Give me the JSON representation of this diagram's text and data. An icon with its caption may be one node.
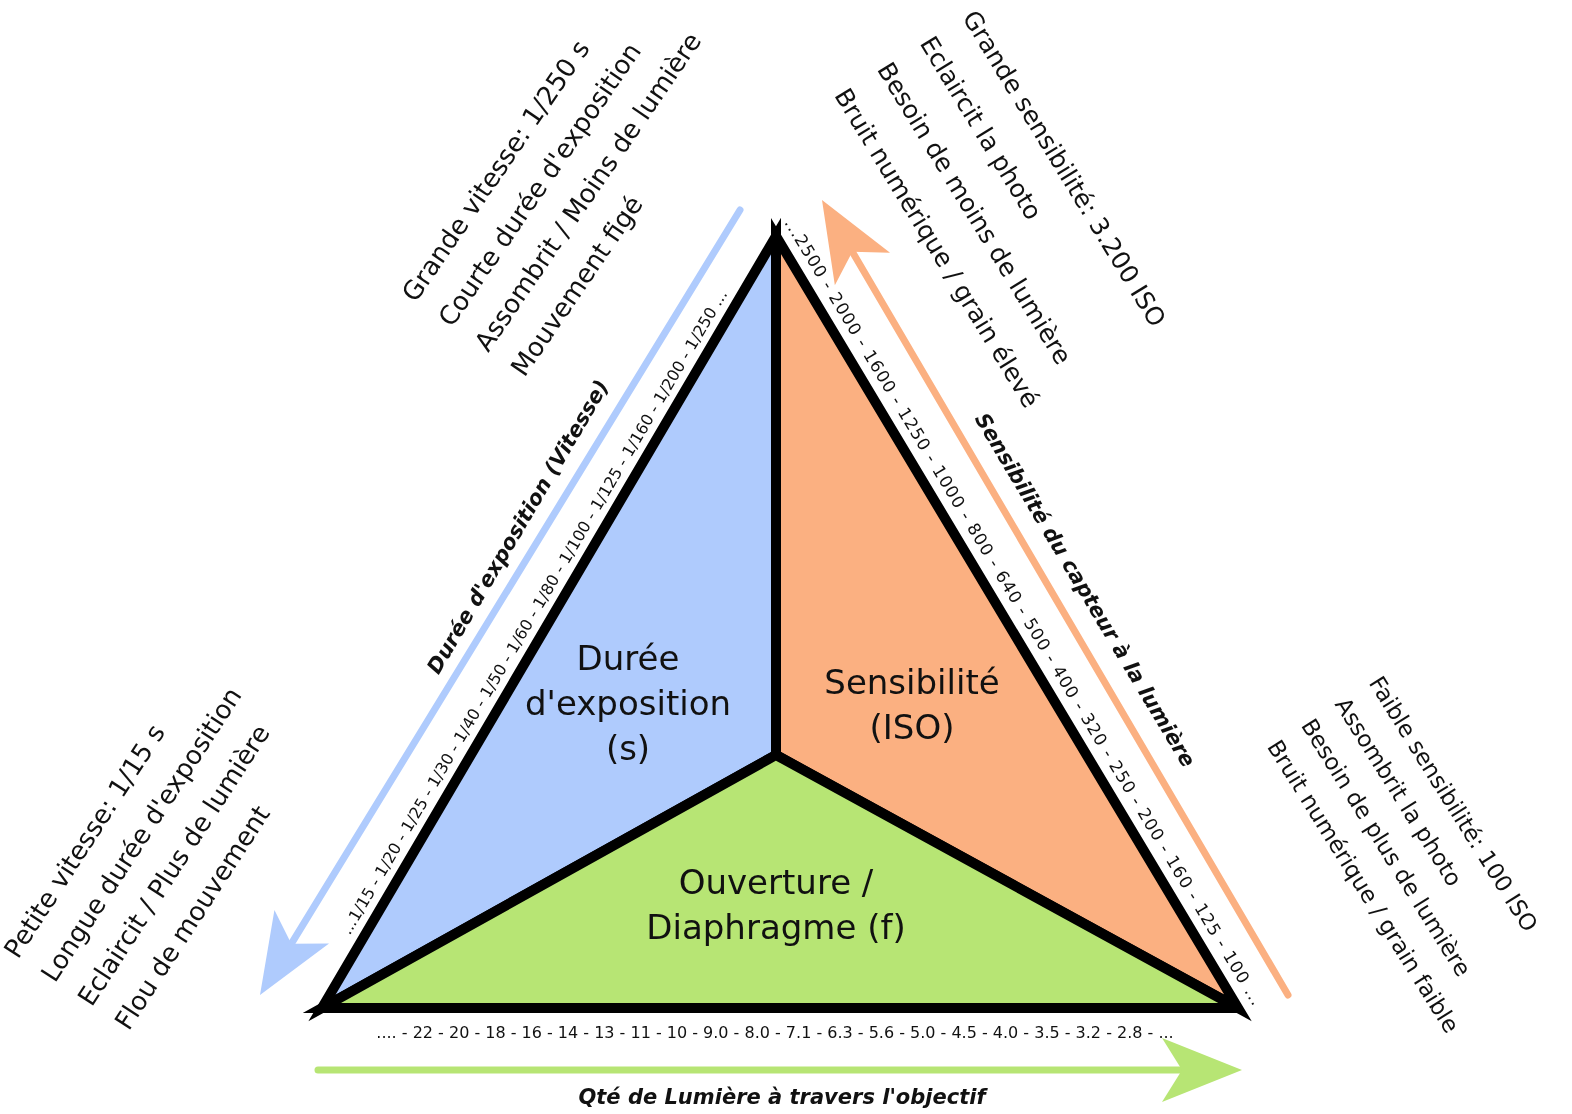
{
  "diagram": {
    "nodes": [
      {
        "text": [
          "Durée d'exposition (s)"
        ]
      },
      {
        "text": [
          "Sensibilité (ISO)"
        ]
      },
      {
        "text": [
          "Ouverture / Diaphragme (f)"
        ]
      }
    ],
    "labels": [
      "Grande vitesse: 1/250 s",
      "Courte durée d'exposition",
      "Assombrit / Moins de lumière",
      "Mouvement figé",
      "Grande sensibilité: 3.200 ISO",
      "Eclaircit la photo",
      "Besoin de moins de lumière",
      "Bruit numérique / grain élevé",
      "...1/15 - 1/20 - 1/25 - 1/30 - 1/40 - 1/50 - 1/60 - 1/80 - 1/100 - 1/125 - 1/160 - 1/200 - 1/250 ...",
      "...2500 - 2000 - 1600 - 1250 - 1000 - 800 - 640 - 500 - 400 - 320 - 250 - 200 - 160 - 125 - 100 ...",
      "Durée d'exposition (Vitesse)",
      "Sensibilité du capteur à la lumière",
      "Petite vitesse: 1/15 s",
      "Longue durée d'exposition",
      "Eclaircit / Plus de lumière",
      "Flou de mouvement",
      "Faible sensibilité: 100 ISO",
      "Assombrit la photo",
      "Besoin de plus de lumière",
      "Bruit numérique / grain faible",
      ".... - 22 - 20 - 18 - 16 - 14 - 13 - 11 - 10 - 9.0 - 8.0 - 7.1 - 6.3 - 5.6 - 5.0 - 4.5 - 4.0 - 3.5 - 3.2 - 2.8 - ...",
      "Qté de Lumière à travers l'objectif"
    ]
  }
}
